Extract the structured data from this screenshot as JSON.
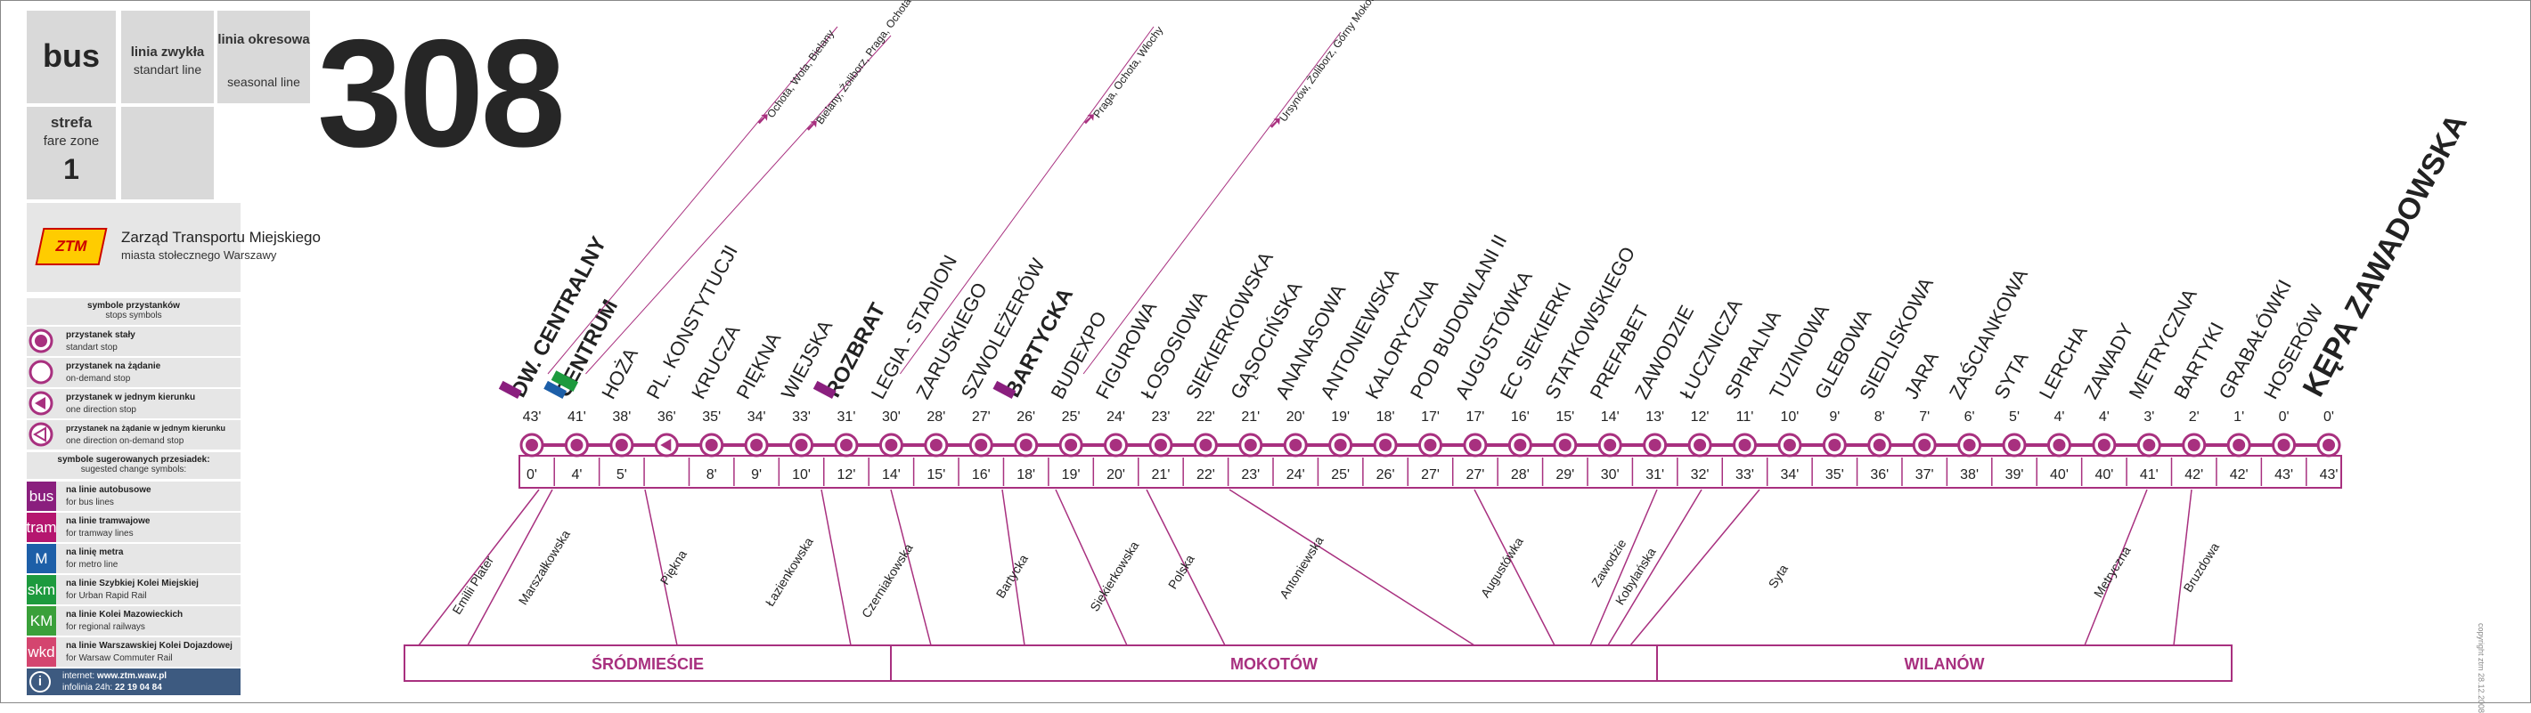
{
  "header": {
    "bus_label": "bus",
    "line_type_title": "linia zwykła",
    "line_type_sub": "standart line",
    "seasonal_title": "linia okresowa",
    "seasonal_sub": "seasonal line",
    "zone_title": "strefa",
    "zone_sub": "fare zone",
    "zone_number": "1",
    "line_number": "308",
    "operator_name": "Zarząd Transportu Miejskiego",
    "operator_sub": "miasta stołecznego Warszawy",
    "logo_text": "ZTM"
  },
  "legend": {
    "stops_title": "symbole przystanków",
    "stops_sub": "stops symbols",
    "stop_symbols": [
      {
        "title": "przystanek stały",
        "sub": "standart stop"
      },
      {
        "title": "przystanek na żądanie",
        "sub": "on-demand stop"
      },
      {
        "title": "przystanek w jednym kierunku",
        "sub": "one direction stop"
      },
      {
        "title": "przystanek na żądanie w jednym kierunku",
        "sub": "one direction on-demand stop"
      }
    ],
    "changes_title": "symbole sugerowanych przesiadek:",
    "changes_sub": "sugested change symbols:",
    "modes": [
      {
        "icon": "bus",
        "title": "na linie autobusowe",
        "sub": "for bus lines",
        "color": "#8a1f7e"
      },
      {
        "icon": "tram",
        "title": "na linie tramwajowe",
        "sub": "for tramway lines",
        "color": "#b5166f"
      },
      {
        "icon": "M",
        "title": "na linię metra",
        "sub": "for metro line",
        "color": "#1d5fa8"
      },
      {
        "icon": "skm",
        "title": "na linie Szybkiej Kolei Miejskiej",
        "sub": "for Urban Rapid Rail",
        "color": "#1d9a3e"
      },
      {
        "icon": "KM",
        "title": "na linie Kolei Mazowieckich",
        "sub": "for regional railways",
        "color": "#3aa03a"
      },
      {
        "icon": "wkd",
        "title": "na linie Warszawskiej Kolei Dojazdowej",
        "sub": "for Warsaw Commuter Rail",
        "color": "#d4456f"
      }
    ],
    "info_line1_label": "internet:",
    "info_line1_value": "www.ztm.waw.pl",
    "info_line2_label": "infolinia 24h:",
    "info_line2_value": "22 19 04 84"
  },
  "stops": [
    {
      "name": "DW. CENTRALNY",
      "top": "43'",
      "bottom": "0'",
      "bold": true
    },
    {
      "name": "CENTRUM",
      "top": "41'",
      "bottom": "4'",
      "bold": true
    },
    {
      "name": "HOŻA",
      "top": "38'",
      "bottom": "5'"
    },
    {
      "name": "PL. KONSTYTUCJI",
      "top": "36'",
      "bottom": ""
    },
    {
      "name": "KRUCZA",
      "top": "35'",
      "bottom": "8'"
    },
    {
      "name": "PIĘKNA",
      "top": "34'",
      "bottom": "9'"
    },
    {
      "name": "WIEJSKA",
      "top": "33'",
      "bottom": "10'"
    },
    {
      "name": "ROZBRAT",
      "top": "31'",
      "bottom": "12'",
      "bold": true
    },
    {
      "name": "LEGIA - STADION",
      "top": "30'",
      "bottom": "14'"
    },
    {
      "name": "ZARUSKIEGO",
      "top": "28'",
      "bottom": "15'"
    },
    {
      "name": "SZWOLEŻERÓW",
      "top": "27'",
      "bottom": "16'"
    },
    {
      "name": "BARTYCKA",
      "top": "26'",
      "bottom": "18'",
      "bold": true
    },
    {
      "name": "BUDEXPO",
      "top": "25'",
      "bottom": "19'"
    },
    {
      "name": "FIGUROWA",
      "top": "24'",
      "bottom": "20'"
    },
    {
      "name": "ŁOSOSIOWA",
      "top": "23'",
      "bottom": "21'"
    },
    {
      "name": "SIEKIERKOWSKA",
      "top": "22'",
      "bottom": "22'"
    },
    {
      "name": "GĄSOCIŃSKA",
      "top": "21'",
      "bottom": "23'"
    },
    {
      "name": "ANANASOWA",
      "top": "20'",
      "bottom": "24'"
    },
    {
      "name": "ANTONIEWSKA",
      "top": "19'",
      "bottom": "25'"
    },
    {
      "name": "KALORYCZNA",
      "top": "18'",
      "bottom": "26'"
    },
    {
      "name": "POD BUDOWLANI II",
      "top": "17'",
      "bottom": "27'"
    },
    {
      "name": "AUGUSTÓWKA",
      "top": "17'",
      "bottom": "27'"
    },
    {
      "name": "EC SIEKIERKI",
      "top": "16'",
      "bottom": "28'"
    },
    {
      "name": "STATKOWSKIEGO",
      "top": "15'",
      "bottom": "29'"
    },
    {
      "name": "PREFABET",
      "top": "14'",
      "bottom": "30'"
    },
    {
      "name": "ZAWODZIE",
      "top": "13'",
      "bottom": "31'"
    },
    {
      "name": "ŁUCZNICZA",
      "top": "12'",
      "bottom": "32'"
    },
    {
      "name": "SPIRALNA",
      "top": "11'",
      "bottom": "33'"
    },
    {
      "name": "TUZINOWA",
      "top": "10'",
      "bottom": "34'"
    },
    {
      "name": "GLEBOWA",
      "top": "9'",
      "bottom": "35'"
    },
    {
      "name": "SIEDLISKOWA",
      "top": "8'",
      "bottom": "36'"
    },
    {
      "name": "JARA",
      "top": "7'",
      "bottom": "37'"
    },
    {
      "name": "ZAŚCIANKOWA",
      "top": "6'",
      "bottom": "38'"
    },
    {
      "name": "SYTA",
      "top": "5'",
      "bottom": "39'"
    },
    {
      "name": "LERCHA",
      "top": "4'",
      "bottom": "40'"
    },
    {
      "name": "ZAWADY",
      "top": "4'",
      "bottom": "40'"
    },
    {
      "name": "METRYCZNA",
      "top": "3'",
      "bottom": "41'"
    },
    {
      "name": "BARTYKI",
      "top": "2'",
      "bottom": "42'"
    },
    {
      "name": "GRABAŁÓWKI",
      "top": "1'",
      "bottom": "42'"
    },
    {
      "name": "HOSERÓW",
      "top": "0'",
      "bottom": "43'"
    },
    {
      "name": "KĘPA ZAWADOWSKA",
      "top": "0'",
      "bottom": "43'",
      "bold": true,
      "big": true
    }
  ],
  "connections": [
    {
      "text": "Ochota, Wola, Bielany"
    },
    {
      "text": "Bielany, Żoliborz, Praga, Ochota"
    },
    {
      "text": "Praga, Ochota, Włochy"
    },
    {
      "text": "Ursynów, Żoliborz, Górny Mokotów, Ochota"
    }
  ],
  "streets": [
    "Emilii Plater",
    "Marszałkowska",
    "Piękna",
    "Łazienkowska",
    "Czerniakowska",
    "Bartycka",
    "Siekierkowska",
    "Polska",
    "Antoniewska",
    "Augustówka",
    "Zawodzie",
    "Kobylańska",
    "Syta",
    "Metryczna",
    "Bruzdowa"
  ],
  "districts": [
    "ŚRÓDMIEŚCIE",
    "MOKOTÓW",
    "WILANÓW"
  ],
  "footer": {
    "copyright": "copyright ztm 28.12.2008"
  },
  "colors": {
    "accent": "#a8307f",
    "grey": "#d9d9d9",
    "dark": "#262626"
  }
}
